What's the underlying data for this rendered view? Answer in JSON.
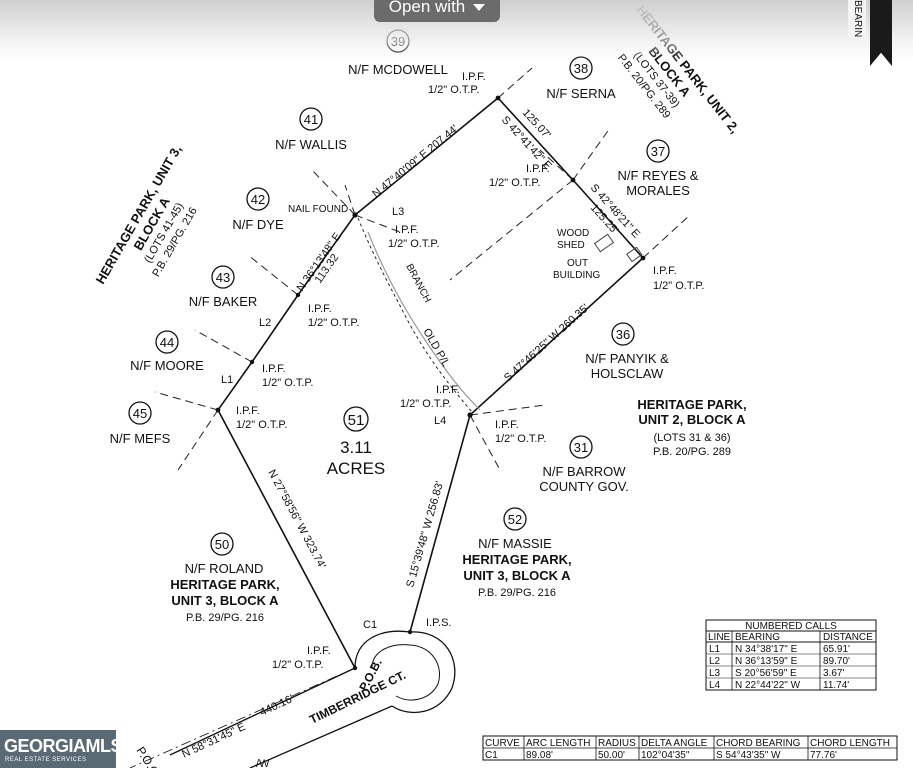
{
  "viewer": {
    "open_with_label": "Open with",
    "bearing_tab_label": "BEARIN",
    "logo_text": "GEORGIAMLS",
    "logo_subtext": "REAL ESTATE SERVICES"
  },
  "lots": [
    {
      "number": "39",
      "name": "N/F MCDOWELL"
    },
    {
      "number": "38",
      "name": "N/F SERNA"
    },
    {
      "number": "41",
      "name": "N/F WALLIS"
    },
    {
      "number": "37",
      "name_line1": "N/F REYES &",
      "name_line2": "MORALES"
    },
    {
      "number": "42",
      "name": "N/F DYE"
    },
    {
      "number": "43",
      "name": "N/F BAKER"
    },
    {
      "number": "44",
      "name": "N/F MOORE"
    },
    {
      "number": "45",
      "name": "N/F MEFS"
    },
    {
      "number": "36",
      "name_line1": "N/F PANYIK &",
      "name_line2": "HOLSCLAW"
    },
    {
      "number": "31",
      "name_line1": "N/F BARROW",
      "name_line2": "COUNTY GOV."
    },
    {
      "number": "52",
      "name": "N/F MASSIE"
    },
    {
      "number": "50",
      "name": "N/F ROLAND"
    }
  ],
  "subject_lot": {
    "number": "51",
    "area_value": "3.11",
    "area_unit": "ACRES"
  },
  "subdivisions": {
    "hp_unit2_top": {
      "line1": "HERITAGE PARK, UNIT 2,",
      "line2": "BLOCK A",
      "line3": "(LOTS 37-39)",
      "line4": "P.B. 20/PG. 289"
    },
    "hp_unit3_left": {
      "line1": "HERITAGE PARK, UNIT 3,",
      "line2": "BLOCK A",
      "line3": "(LOTS 41-45)",
      "line4": "P.B. 29/PG. 216"
    },
    "hp_unit2_right": {
      "line1": "HERITAGE PARK,",
      "line2": "UNIT 2, BLOCK A",
      "line3": "(LOTS 31 & 36)",
      "line4": "P.B. 20/PG. 289"
    },
    "hp_unit3_massie": {
      "line1": "HERITAGE PARK,",
      "line2": "UNIT 3, BLOCK A",
      "line3": "P.B. 29/PG. 216"
    },
    "hp_unit3_roland": {
      "line1": "HERITAGE PARK,",
      "line2": "UNIT 3, BLOCK A",
      "line3": "P.B. 29/PG. 216"
    }
  },
  "pins": {
    "ipf_label": "I.P.F.",
    "otp_label": "1/2\" O.T.P.",
    "ips_label": "I.P.S.",
    "nail_found": "NAIL FOUND"
  },
  "boundary_calls": {
    "north": "N 47°40'09\" E 207.44'",
    "northeast_1": "S 42°41'42\" E",
    "northeast_1_dist": "125.07'",
    "northeast_2": "S 42°48'21\" E",
    "northeast_2_dist": "125.25'",
    "west_upper": "N 36°13'48\" E",
    "west_upper_dist": "113.32",
    "southeast": "S 47°46'25\" W  260.35'",
    "southwest": "N 27°58'56\" W  323.74'",
    "south": "S 15°39'48\" W  256.83'",
    "poc_call": "N 58°31'45\" E",
    "poc_dist": "440.16'"
  },
  "features": {
    "wood_shed_line1": "WOOD",
    "wood_shed_line2": "SHED",
    "out_building_line1": "OUT",
    "out_building_line2": "BUILDING",
    "branch": "BRANCH",
    "old_pl": "OLD P/L",
    "road": "TIMBERRIDGE CT.",
    "pob": "P.O.B.",
    "poc": "P.O.C.",
    "rw": "/W",
    "c1": "C1",
    "l1": "L1",
    "l2": "L2",
    "l3": "L3",
    "l4": "L4"
  },
  "line_table": {
    "title": "NUMBERED CALLS",
    "headers": [
      "LINE",
      "BEARING",
      "DISTANCE"
    ],
    "rows": [
      [
        "L1",
        "N 34°38'17\" E",
        "65.91'"
      ],
      [
        "L2",
        "N 36°13'59\" E",
        "89.70'"
      ],
      [
        "L3",
        "S 20°56'59\" E",
        "3.67'"
      ],
      [
        "L4",
        "N 22°44'22\" W",
        "11.74'"
      ]
    ]
  },
  "curve_table": {
    "headers": [
      "CURVE",
      "ARC LENGTH",
      "RADIUS",
      "DELTA ANGLE",
      "CHORD BEARING",
      "CHORD LENGTH"
    ],
    "row": [
      "C1",
      "89.08'",
      "50.00'",
      "102°04'35\"",
      "S 54°43'35\" W",
      "77.76'"
    ]
  }
}
